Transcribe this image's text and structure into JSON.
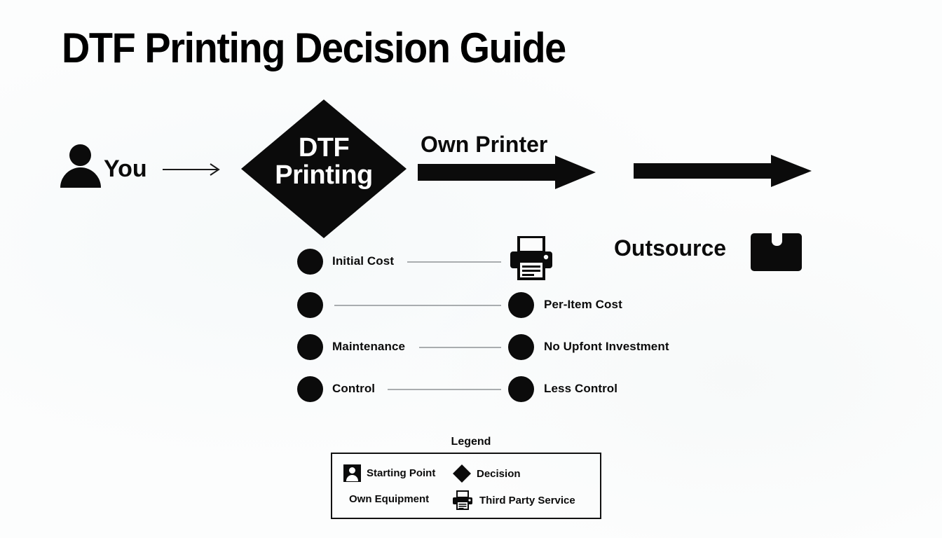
{
  "page": {
    "title": "DTF Printing Decision Guide",
    "background_color": "#fcfdfd",
    "ink_color": "#0b0b0b",
    "connector_color": "#a9adaf"
  },
  "flow": {
    "start": {
      "label": "You",
      "icon": "person-icon"
    },
    "decision": {
      "line1": "DTF",
      "line2": "Printing",
      "shape": "diamond"
    },
    "branches": [
      {
        "label": "Own Printer",
        "icon": "printer-icon"
      },
      {
        "label": "Outsource",
        "icon": "package-box-icon"
      }
    ]
  },
  "comparison": {
    "rows": [
      {
        "left": "Initial Cost",
        "right": ""
      },
      {
        "left": "",
        "right": "Per-Item Cost"
      },
      {
        "left": "Maintenance",
        "right": "No Upfont Investment"
      },
      {
        "left": "Control",
        "right": "Less Control"
      }
    ]
  },
  "legend": {
    "title": "Legend",
    "items": [
      {
        "label": "Starting Point",
        "icon": "person-square-icon"
      },
      {
        "label": "Decision",
        "icon": "diamond-icon"
      },
      {
        "label": "Own Equipment",
        "icon": "none"
      },
      {
        "label": "Third Party Service",
        "icon": "printer-icon"
      }
    ]
  }
}
